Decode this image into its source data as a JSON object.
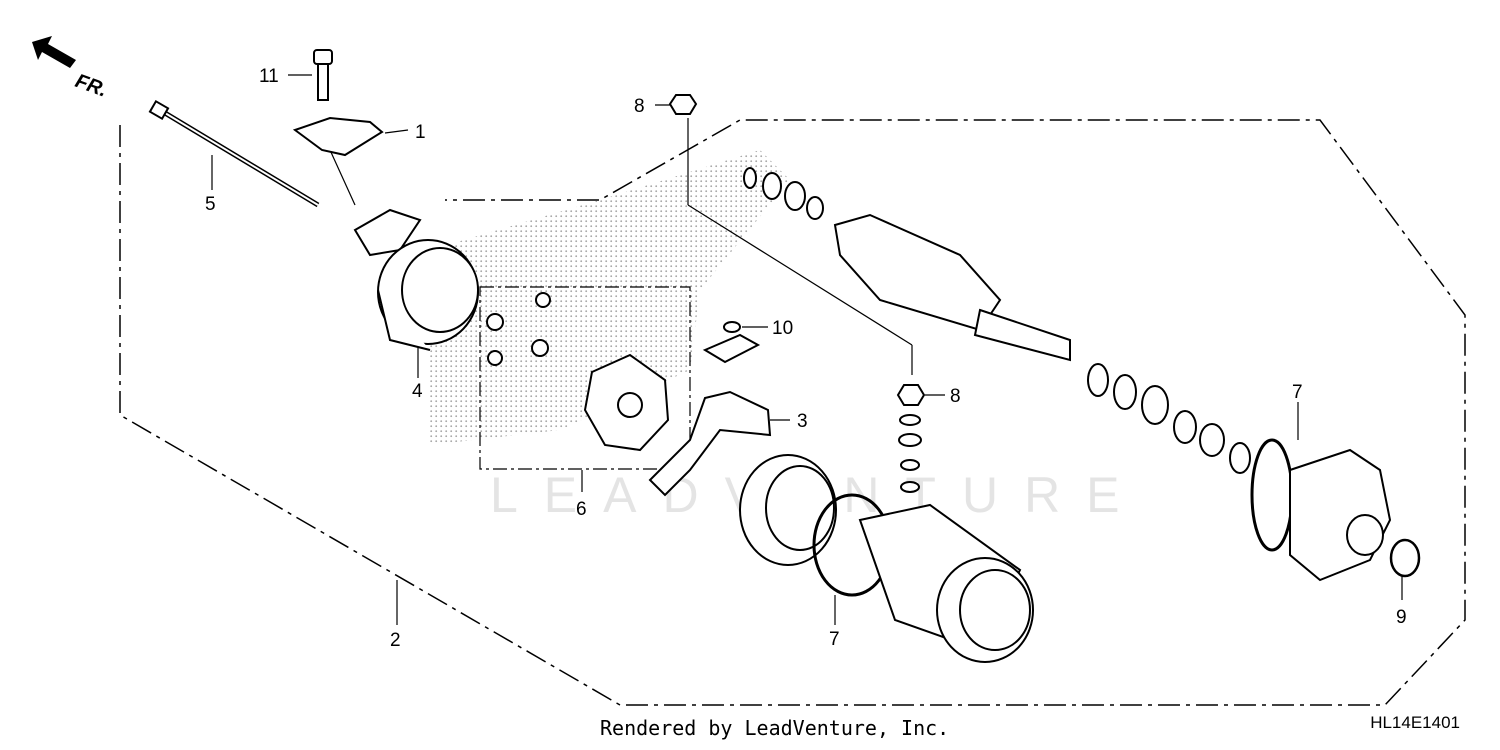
{
  "orientation": {
    "label": "FR."
  },
  "callouts": {
    "c1": "1",
    "c2": "2",
    "c3": "3",
    "c4": "4",
    "c5": "5",
    "c6": "6",
    "c7a": "7",
    "c7b": "7",
    "c8a": "8",
    "c8b": "8",
    "c9": "9",
    "c10": "10",
    "c11": "11"
  },
  "watermark": {
    "text": "LEADVENTURE"
  },
  "footer": {
    "rendered_by": "Rendered by LeadVenture, Inc.",
    "diagram_code": "HL14E1401"
  }
}
